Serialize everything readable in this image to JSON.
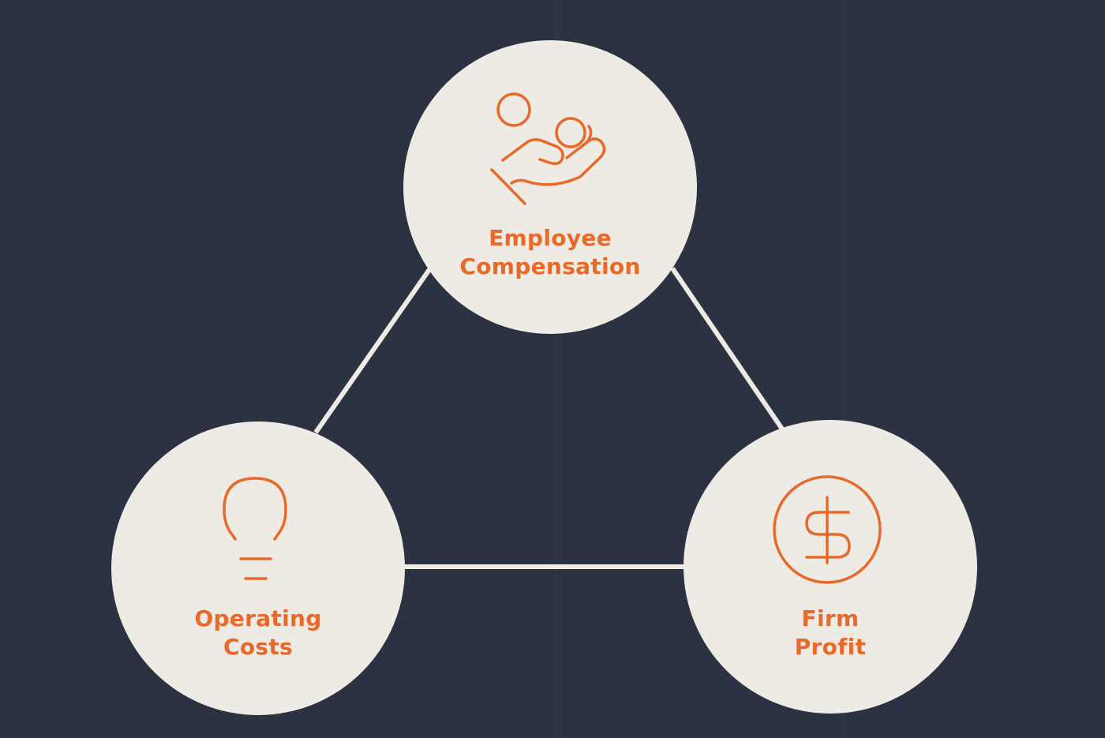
{
  "diagram": {
    "nodes": [
      {
        "id": "employee-compensation",
        "line1": "Employee",
        "line2": "Compensation",
        "icon": "hand-holding-coins-icon"
      },
      {
        "id": "operating-costs",
        "line1": "Operating",
        "line2": "Costs",
        "icon": "lightbulb-icon"
      },
      {
        "id": "firm-profit",
        "line1": "Firm",
        "line2": "Profit",
        "icon": "dollar-circle-icon"
      }
    ],
    "edges": [
      [
        "employee-compensation",
        "operating-costs"
      ],
      [
        "employee-compensation",
        "firm-profit"
      ],
      [
        "operating-costs",
        "firm-profit"
      ]
    ]
  },
  "colors": {
    "background": "#2b3241",
    "circle": "#eeebe4",
    "accent": "#e8692a"
  }
}
